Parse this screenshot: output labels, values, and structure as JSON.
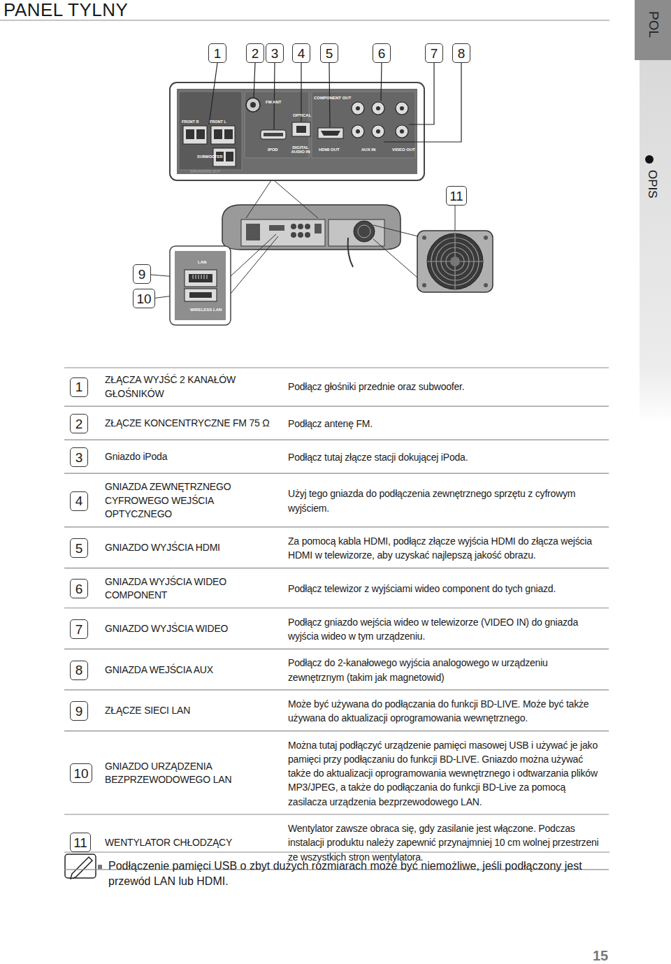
{
  "diagram": {
    "title": "PANEL TYLNY",
    "nodes": [
      {
        "text": [
          "1"
        ]
      },
      {
        "text": [
          "2"
        ]
      },
      {
        "text": [
          "3"
        ]
      },
      {
        "text": [
          "4"
        ]
      },
      {
        "text": [
          "5"
        ]
      },
      {
        "text": [
          "6"
        ]
      },
      {
        "text": [
          "7"
        ]
      },
      {
        "text": [
          "8"
        ]
      },
      {
        "text": [
          "11"
        ]
      },
      {
        "text": [
          "9"
        ]
      },
      {
        "text": [
          "10"
        ]
      },
      {
        "text": [
          "1"
        ]
      },
      {
        "text": [
          "2"
        ]
      },
      {
        "text": [
          "3"
        ]
      },
      {
        "text": [
          "4"
        ]
      },
      {
        "text": [
          "5"
        ]
      },
      {
        "text": [
          "6"
        ]
      },
      {
        "text": [
          "7"
        ]
      },
      {
        "text": [
          "8"
        ]
      },
      {
        "text": [
          "9"
        ]
      },
      {
        "text": [
          "10"
        ]
      },
      {
        "text": [
          "11"
        ]
      }
    ],
    "labels": [
      "POL",
      "OPIS",
      "FM ANT",
      "COMPONENT OUT",
      "OPTICAL",
      "FRONT R",
      "FRONT L",
      "SUBWOOFER",
      "IPOD",
      "DIGITAL AUDIO IN",
      "HDMI OUT",
      "AUX IN",
      "VIDEO OUT",
      "SPEAKERS OUT",
      "LAN",
      "WIRELESS LAN",
      "ZŁĄCZA WYJŚĆ 2 KANAŁÓW GŁOŚNIKÓW",
      "Podłącz głośniki przednie oraz subwoofer.",
      "ZŁĄCZE KONCENTRYCZNE FM 75 Ω",
      "Podłącz antenę FM.",
      "Gniazdo iPoda",
      "Podłącz tutaj złącze stacji dokującej iPoda.",
      "GNIAZDA ZEWNĘTRZNEGO CYFROWEGO WEJŚCIA OPTYCZNEGO",
      "Użyj tego gniazda do podłączenia zewnętrznego sprzętu z cyfrowym wyjściem.",
      "GNIAZDO WYJŚCIA HDMI",
      "Za pomocą kabla HDMI, podłącz złącze wyjścia HDMI do złącza wejścia HDMI w telewizorze, aby uzyskać najlepszą jakość obrazu.",
      "GNIAZDA WYJŚCIA WIDEO COMPONENT",
      "Podłącz telewizor z wyjściami wideo component do tych gniazd.",
      "GNIAZDO WYJŚCIA WIDEO",
      "Podłącz gniazdo wejścia wideo w telewizorze (VIDEO IN) do gniazda wyjścia wideo w tym urządzeniu.",
      "GNIAZDA WEJŚCIA AUX",
      "Podłącz do 2-kanałowego wyjścia analogowego w urządzeniu zewnętrznym (takim jak magnetowid)",
      "ZŁĄCZE SIECI LAN",
      "Może być używana do podłączania do funkcji BD-LIVE. Może być także używana do aktualizacji oprogramowania wewnętrznego.",
      "GNIAZDO URZĄDZENIA BEZPRZEWODOWEGO LAN",
      "Można tutaj podłączyć urządzenie pamięci masowej USB i używać je jako pamięci przy podłączaniu do funkcji BD-LIVE. Gniazdo można używać także do aktualizacji oprogramowania wewnętrznego i odtwarzania plików MP3/JPEG, a także do podłączania do funkcji BD-Live za pomocą zasilacza urządzenia bezprzewodowego LAN.",
      "WENTYLATOR CHŁODZĄCY",
      "Wentylator zawsze obraca się, gdy zasilanie jest włączone. Podczas instalacji produktu należy zapewnić przynajmniej 10 cm wolnej przestrzeni ze wszystkich stron wentylatora.",
      "Podłączenie pamięci USB o zbyt dużych rozmiarach może być niemożliwe, jeśli podłączony jest przewód LAN lub HDMI.",
      "15"
    ]
  }
}
